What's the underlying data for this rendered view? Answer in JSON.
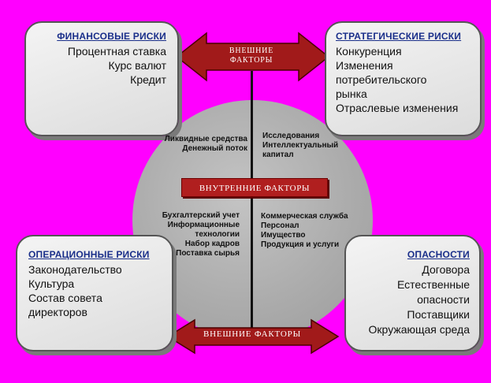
{
  "colors": {
    "background": "#ff00ff",
    "box_fill": "#e8e8e8",
    "title_text": "#1a2f8a",
    "arrow_fill": "#a11a1a",
    "inner_label_fill": "#b01f1f",
    "circle_fill": "#b0b0b0"
  },
  "financial": {
    "title": "ФИНАНСОВЫЕ РИСКИ",
    "items": [
      "Процентная ставка",
      "Курс валют",
      "Кредит"
    ]
  },
  "strategic": {
    "title": "СТРАТЕГИЧЕСКИЕ РИСКИ",
    "items": [
      "Конкуренция",
      "Изменения",
      "потребительского",
      "рынка",
      "Отраслевые изменения"
    ]
  },
  "operational": {
    "title": "ОПЕРАЦИОННЫЕ РИСКИ",
    "items": [
      "Законодательство",
      "Культура",
      "Состав совета",
      "директоров"
    ]
  },
  "hazards": {
    "title": "ОПАСНОСТИ",
    "items": [
      "Договора",
      "Естественные",
      "опасности",
      "Поставщики",
      "Окружающая среда"
    ]
  },
  "external_top": {
    "line1": "ВНЕШНИЕ",
    "line2": "ФАКТОРЫ"
  },
  "external_bottom": "ВНЕШНИЕ ФАКТОРЫ",
  "internal_label": "ВНУТРЕННИЕ ФАКТОРЫ",
  "inner": {
    "top_left": [
      "Ликвидные средства",
      "Денежный поток"
    ],
    "top_right": [
      "Исследования",
      "Интеллектуальный",
      "капитал"
    ],
    "bottom_left": [
      "Бухгалтерский учет",
      "Информационные",
      "технологии",
      "Набор кадров",
      "Поставка сырья"
    ],
    "bottom_right": [
      "Коммерческая служба",
      "Персонал",
      "Имущество",
      "Продукция и услуги"
    ]
  }
}
